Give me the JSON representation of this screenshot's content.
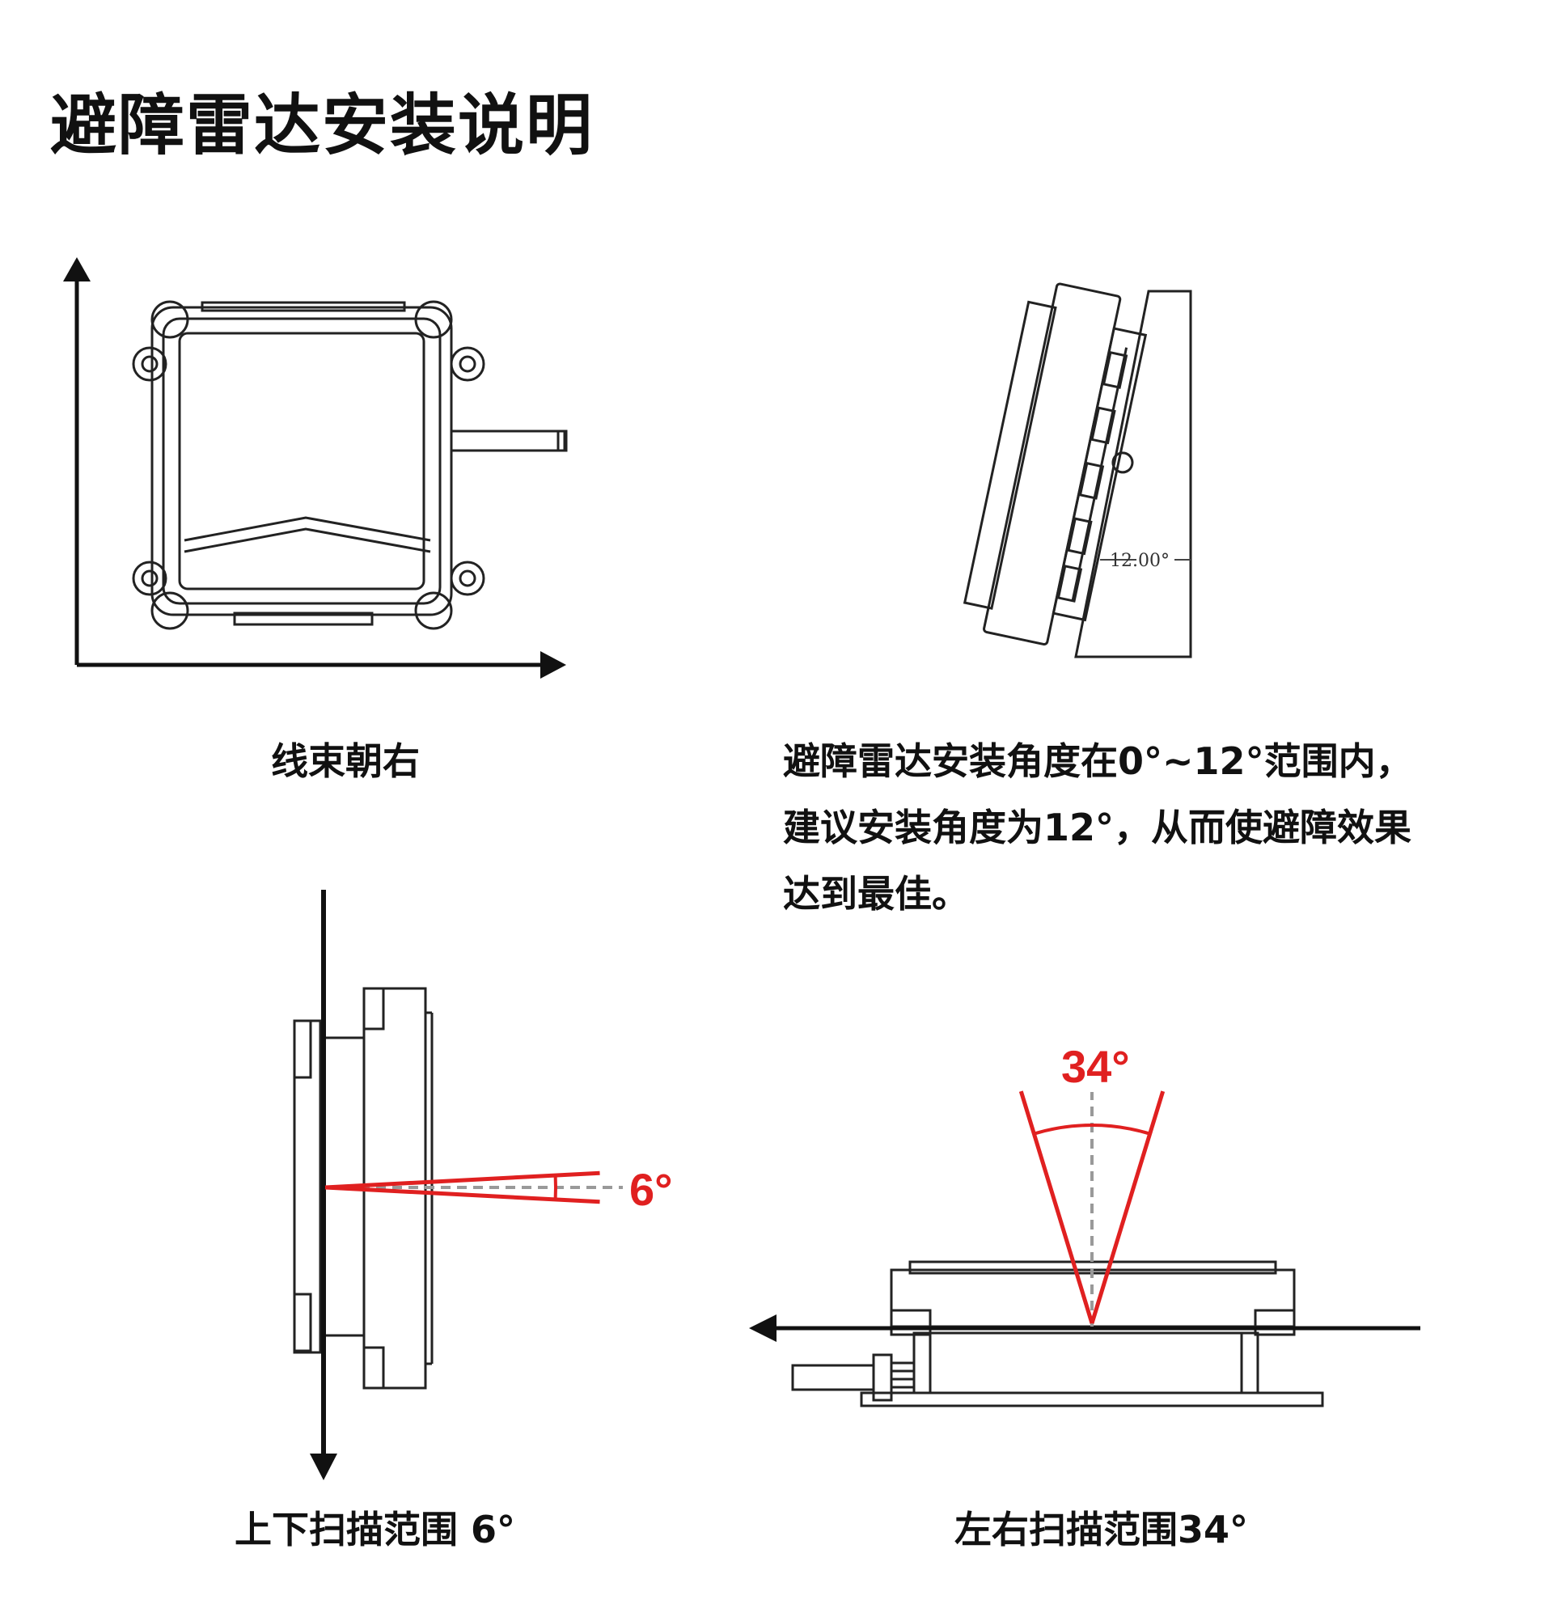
{
  "title": "避障雷达安装说明",
  "figures": {
    "harness": {
      "caption": "线束朝右"
    },
    "tilt": {
      "angle_label": "12.00°",
      "text_lines": [
        "避障雷达安装角度在0°~12°范围内，",
        "建议安装角度为12°，从而使避障效果",
        "达到最佳。"
      ]
    },
    "vertical_scan": {
      "caption": "上下扫描范围 6°",
      "angle_label": "6°",
      "angle_deg": 6
    },
    "horizontal_scan": {
      "caption": "左右扫描范围34°",
      "angle_label": "34°",
      "angle_deg": 34
    }
  },
  "colors": {
    "scan_red": "#e02020",
    "line": "#111111",
    "dashed": "#999999"
  }
}
